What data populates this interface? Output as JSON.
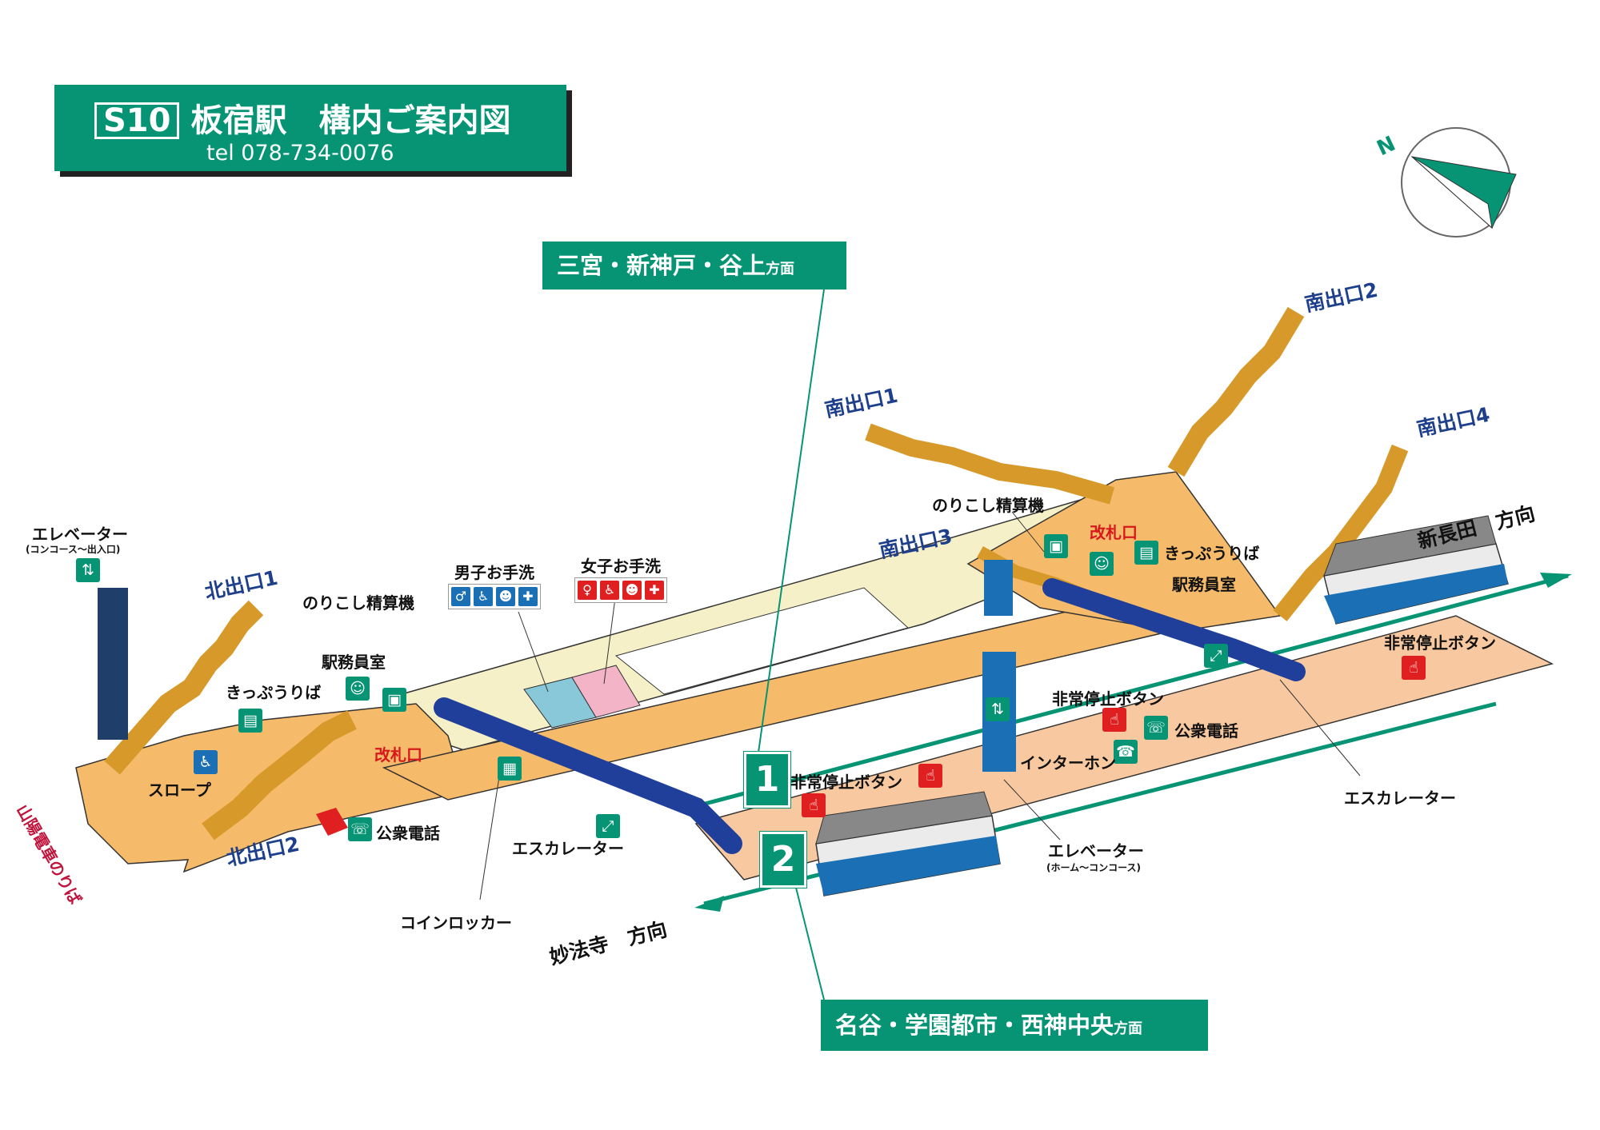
{
  "title": {
    "station_code": "S10",
    "station_name": "板宿駅　構内ご案内図",
    "tel": "tel 078-734-0076"
  },
  "compass": {
    "label": "N"
  },
  "directions": {
    "platform1": {
      "main": "三宮・新神戸・谷上",
      "suffix": "方面"
    },
    "platform2": {
      "main": "名谷・学園都市・西神中央",
      "suffix": "方面"
    },
    "to_shinnagata": "新長田　方向",
    "to_myohoji": "妙法寺　方向"
  },
  "platform_numbers": {
    "one": "1",
    "two": "2"
  },
  "exits": {
    "north1": "北出口1",
    "north2": "北出口2",
    "south1": "南出口1",
    "south2": "南出口2",
    "south3": "南出口3",
    "south4": "南出口4"
  },
  "labels": {
    "elevator_left": "エレベーター",
    "elevator_left_sub": "(コンコース～出入口)",
    "sanyo": "山陽電車のりば",
    "slope": "スロープ",
    "fare_adjust_left": "のりこし精算機",
    "station_office_left": "駅務員室",
    "ticket_left": "きっぷうりば",
    "gate_left": "改札口",
    "phone_left": "公衆電話",
    "coin_locker": "コインロッカー",
    "escalator_left": "エスカレーター",
    "men_toilet": "男子お手洗",
    "women_toilet": "女子お手洗",
    "fare_adjust_right": "のりこし精算機",
    "gate_right": "改札口",
    "ticket_right": "きっぷうりば",
    "station_office_right": "駅務員室",
    "emergency_stop_1": "非常停止ボタン",
    "emergency_stop_2": "非常停止ボタン",
    "emergency_stop_3": "非常停止ボタン",
    "phone_right": "公衆電話",
    "intercom": "インターホン",
    "elevator_right": "エレベーター",
    "elevator_right_sub": "(ホーム～コンコース)",
    "escalator_right": "エスカレーター"
  },
  "colors": {
    "brand_green": "#069474",
    "concourse": "#f5f0c8",
    "floor_orange": "#f5ba6a",
    "platform": "#f8c9a0",
    "stairs": "#d79a2a",
    "escalator": "#1f3f9a",
    "exit_text": "#1d3f8c",
    "gate_red": "#d7191c"
  }
}
